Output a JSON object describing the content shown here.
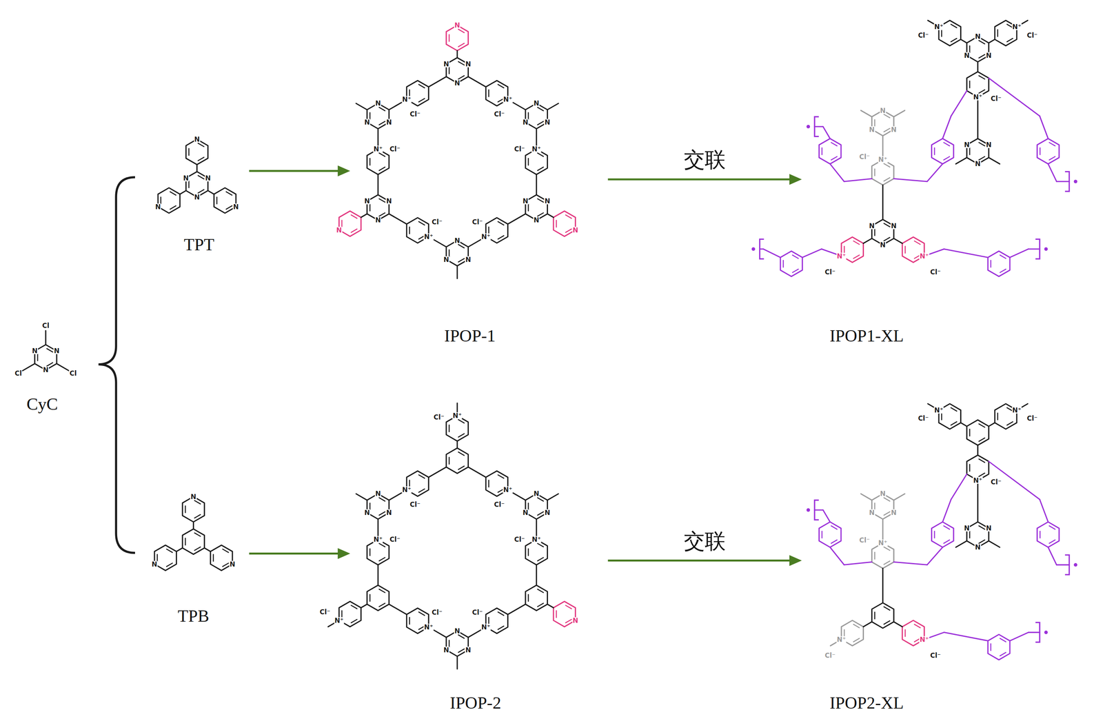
{
  "diagram": {
    "nodes": [
      {
        "text": [
          "CyC"
        ]
      },
      {
        "text": [
          "TPT"
        ]
      },
      {
        "text": [
          "TPB"
        ]
      },
      {
        "text": [
          "IPOP-1"
        ]
      },
      {
        "text": [
          "IPOP-2"
        ]
      },
      {
        "text": [
          "IPOP1-XL"
        ]
      },
      {
        "text": [
          "IPOP2-XL"
        ]
      }
    ],
    "edges": [
      {
        "from": 1,
        "to": 3,
        "arrow": "to"
      },
      {
        "from": 3,
        "to": 5,
        "label": "交联",
        "arrow": "to"
      },
      {
        "from": 2,
        "to": 4,
        "arrow": "to"
      },
      {
        "from": 4,
        "to": 6,
        "label": "交联",
        "arrow": "to"
      }
    ],
    "labels": [
      "N",
      "N",
      "N",
      "Cl",
      "Cl",
      "Cl",
      "N",
      "N",
      "N",
      "N",
      "N",
      "N",
      "N",
      "N",
      "N",
      "N",
      "N",
      "N",
      "N",
      "N",
      "N",
      "N",
      "N",
      "N",
      "N",
      "N",
      "N",
      "N",
      "N",
      "N",
      "N",
      "N",
      "N",
      "N⁺",
      "Cl⁻",
      "N⁺",
      "Cl⁻",
      "N⁺",
      "Cl⁻",
      "N⁺",
      "Cl⁻",
      "N⁺",
      "Cl⁻",
      "N⁺",
      "Cl⁻",
      "N",
      "N",
      "N",
      "N",
      "N",
      "N",
      "N",
      "N",
      "N",
      "N",
      "N",
      "N",
      "N⁺",
      "Cl⁻",
      "N⁺",
      "Cl⁻",
      "N⁺",
      "Cl⁻",
      "N⁺",
      "Cl⁻",
      "N⁺",
      "Cl⁻",
      "N⁺",
      "Cl⁻",
      "N⁺",
      "Cl⁻",
      "N⁺",
      "Cl⁻",
      "N",
      "N",
      "N",
      "N",
      "N",
      "N",
      "N",
      "N",
      "N",
      "N",
      "N",
      "N",
      "N",
      "N⁺",
      "Cl⁻",
      "N⁺",
      "Cl⁻",
      "N⁺",
      "Cl⁻",
      "N⁺",
      "Cl⁻",
      "N⁺",
      "Cl⁻",
      "N⁺",
      "Cl⁻",
      "N",
      "N",
      "N",
      "N",
      "N",
      "N",
      "N⁺",
      "Cl⁻",
      "N⁺",
      "Cl⁻",
      "N⁺",
      "Cl⁻",
      "N⁺",
      "Cl⁻",
      "N⁺",
      "Cl⁻",
      "N⁺",
      "Cl⁻"
    ]
  }
}
